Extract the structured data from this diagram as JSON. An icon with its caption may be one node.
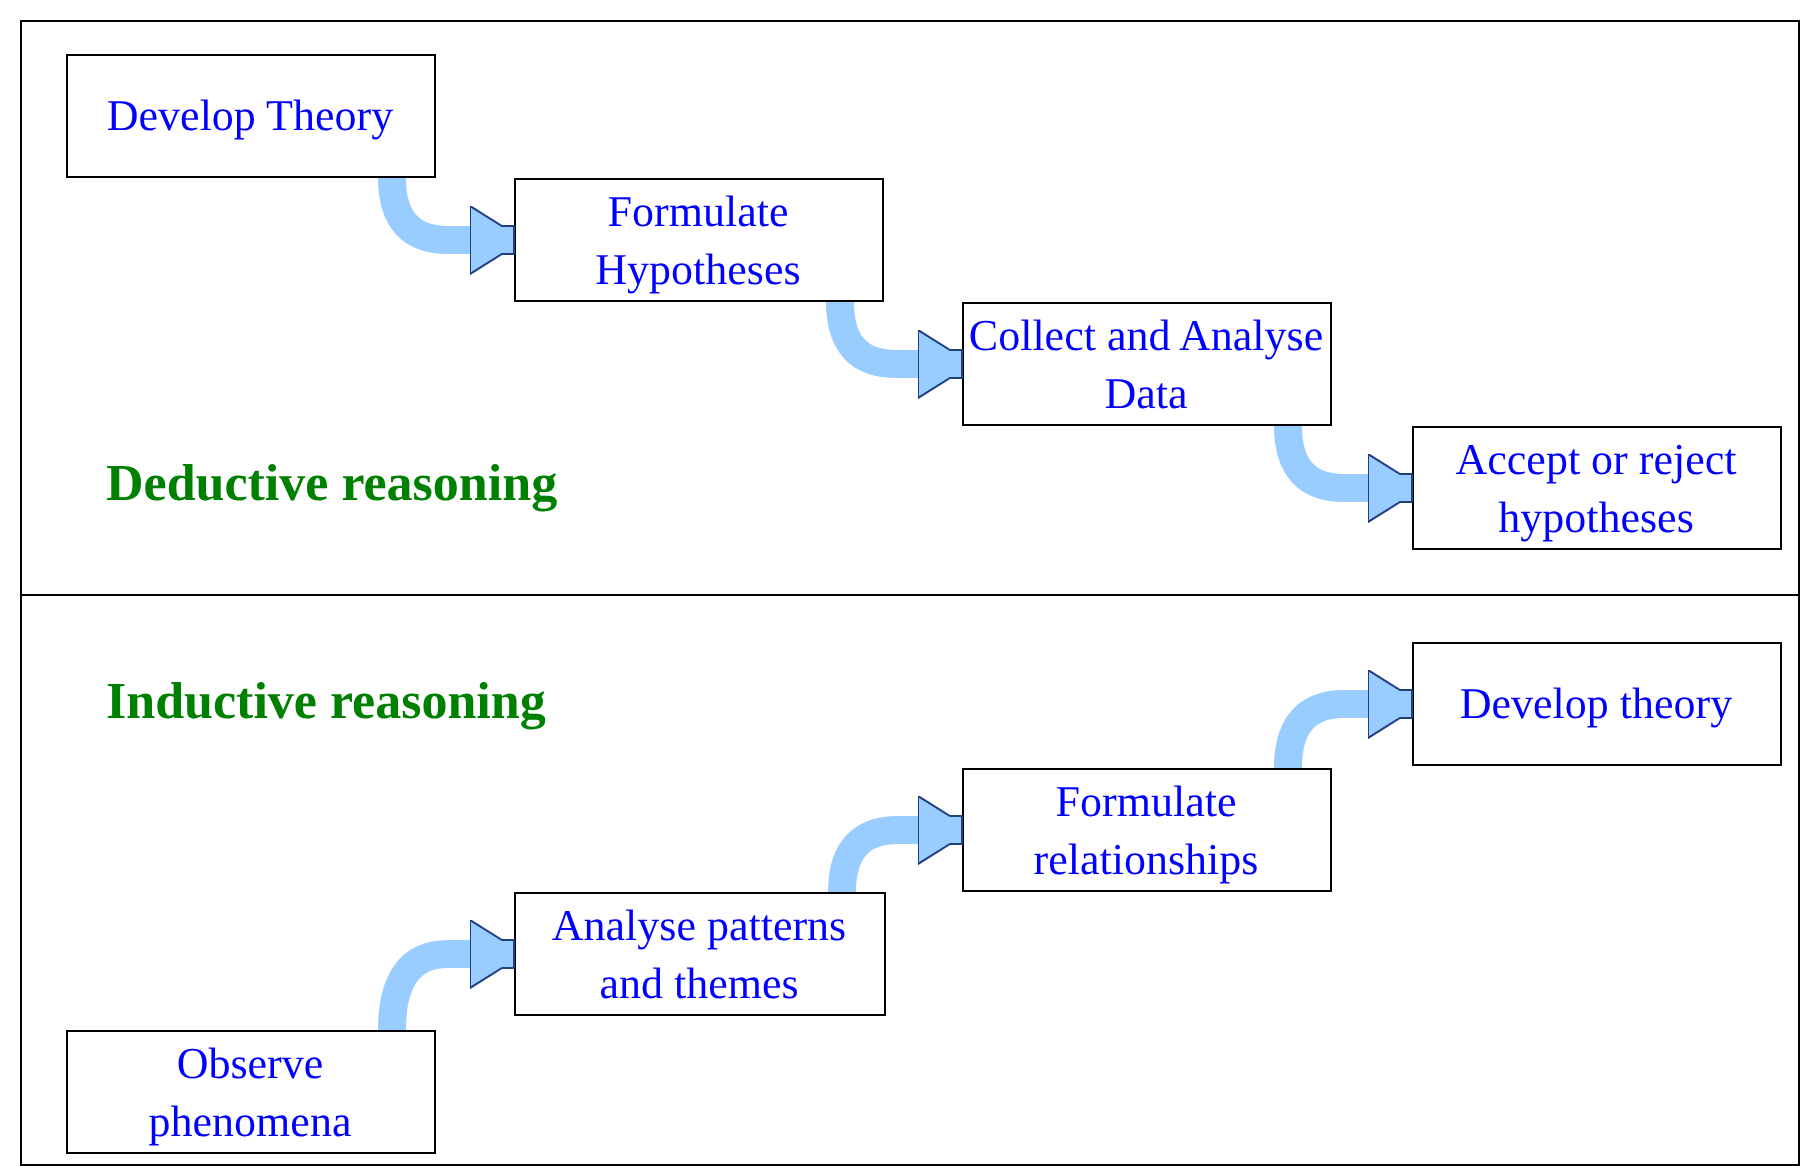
{
  "diagram": {
    "nodes": [
      {
        "text": [
          "Deductive reasoning"
        ]
      },
      {
        "text": [
          "Develop Theory"
        ],
        "in": 0
      },
      {
        "text": [
          "Formulate Hypotheses"
        ],
        "in": 0
      },
      {
        "text": [
          "Collect and Analyse Data"
        ],
        "in": 0
      },
      {
        "text": [
          "Accept or reject hypotheses"
        ],
        "in": 0
      },
      {
        "text": [
          "Inductive reasoning"
        ]
      },
      {
        "text": [
          "Observe phenomena"
        ],
        "in": 5
      },
      {
        "text": [
          "Analyse patterns and themes"
        ],
        "in": 5
      },
      {
        "text": [
          "Formulate relationships"
        ],
        "in": 5
      },
      {
        "text": [
          "Develop theory"
        ],
        "in": 5
      }
    ],
    "edges": [
      {
        "from": 1,
        "to": 2,
        "arrow": "to"
      },
      {
        "from": 2,
        "to": 3,
        "arrow": "to"
      },
      {
        "from": 3,
        "to": 4,
        "arrow": "to"
      },
      {
        "from": 6,
        "to": 7,
        "arrow": "to"
      },
      {
        "from": 7,
        "to": 8,
        "arrow": "to"
      },
      {
        "from": 8,
        "to": 9,
        "arrow": "to"
      }
    ]
  }
}
